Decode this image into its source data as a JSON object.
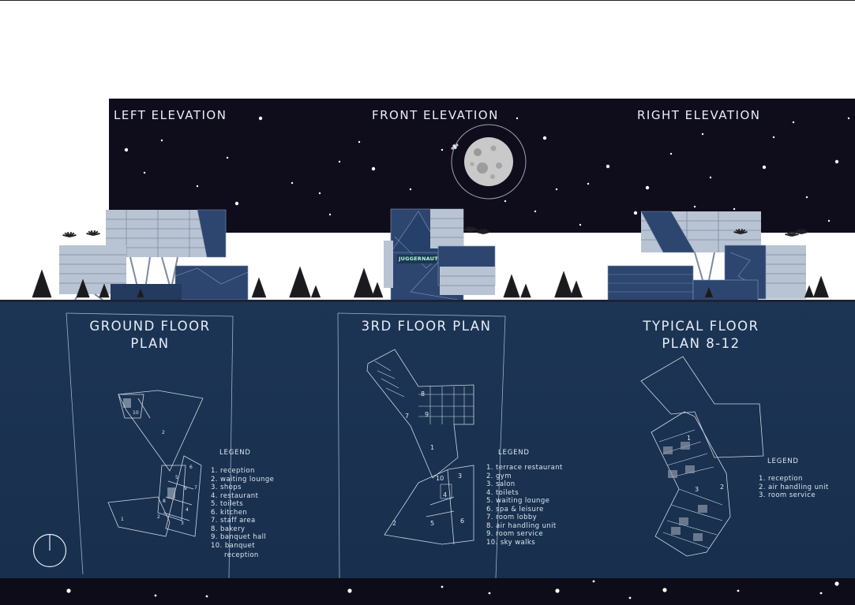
{
  "elevations": {
    "left": "LEFT ELEVATION",
    "front": "FRONT ELEVATION",
    "right": "RIGHT ELEVATION"
  },
  "building_sign": "JUGGERNAUT",
  "plans": {
    "ground": {
      "title_line1": "GROUND FLOOR",
      "title_line2": "PLAN",
      "legend_title": "LEGEND",
      "legend": [
        "1. reception",
        "2. waiting lounge",
        "3. shops",
        "4. restaurant",
        "5. toilets",
        "6. kitchen",
        "7. staff area",
        "8. bakery",
        "9. banquet hall",
        "10. banquet",
        "reception"
      ],
      "room_numbers": [
        "10",
        "2",
        "6",
        "5",
        "8",
        "7",
        "9",
        "4",
        "1",
        "2",
        "3"
      ]
    },
    "third": {
      "title": "3RD FLOOR PLAN",
      "legend_title": "LEGEND",
      "legend": [
        "1. terrace restaurant",
        "2. gym",
        "3. salon",
        "4. toilets",
        "5. waiting lounge",
        "6. spa & leisure",
        "7. room lobby",
        "8. air handling unit",
        "9. room service",
        "10. sky walks"
      ],
      "room_numbers": [
        "8",
        "7",
        "9",
        "1",
        "10",
        "3",
        "4",
        "2",
        "5",
        "6"
      ]
    },
    "typical": {
      "title_line1": "TYPICAL FLOOR",
      "title_line2": "PLAN 8-12",
      "legend_title": "LEGEND",
      "legend": [
        "1. reception",
        "2. air handling unit",
        "3. room service"
      ],
      "room_numbers": [
        "1",
        "2",
        "3"
      ]
    }
  },
  "colors": {
    "night_sky": "#0f0d1c",
    "plan_panel": "#1d3555",
    "glass_facade": "#2d4670",
    "white_slabs": "#b8c4d4",
    "linework": "#cfd8e4"
  },
  "icons": [
    "moon-icon",
    "satellite-icon",
    "tree-icon",
    "palm-tree-icon",
    "compass-icon",
    "star-icon"
  ]
}
